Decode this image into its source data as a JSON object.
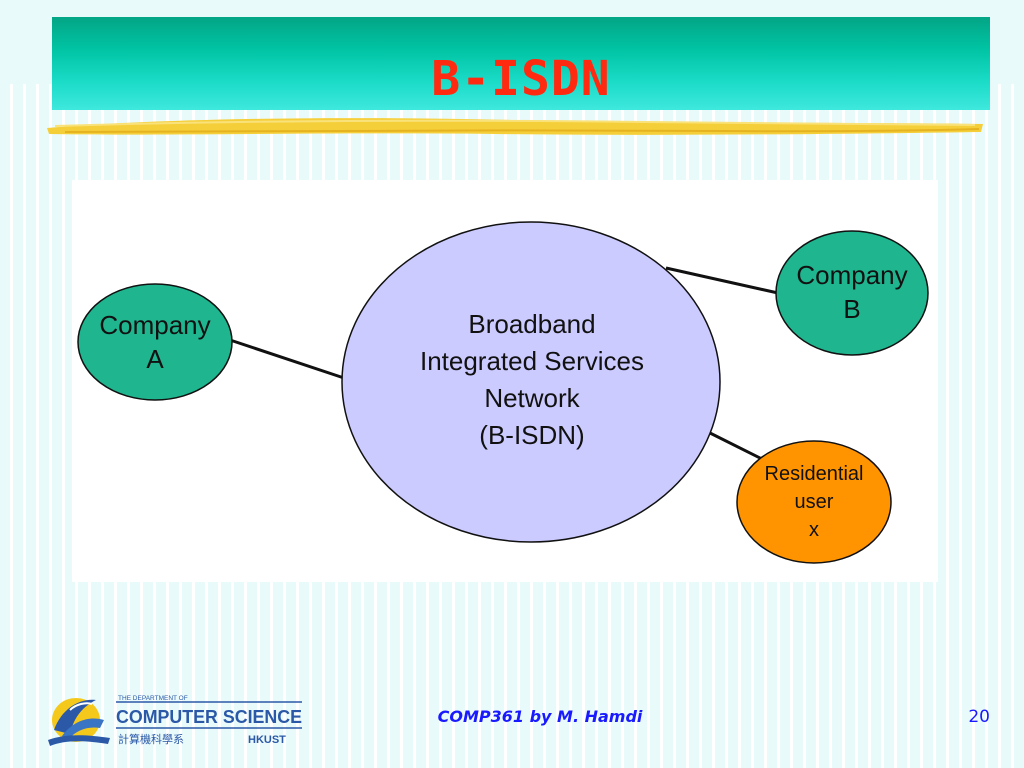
{
  "slide": {
    "title": "B-ISDN",
    "footer_credit": "COMP361 by M. Hamdi",
    "slide_number": "20"
  },
  "diagram": {
    "nodes": [
      {
        "id": "company-a",
        "label": "Company\nA",
        "color": "#1fb58e"
      },
      {
        "id": "bisdn",
        "label": "Broadband\nIntegrated Services\nNetwork\n(B-ISDN)",
        "color": "#cccbff"
      },
      {
        "id": "company-b",
        "label": "Company\nB",
        "color": "#1fb58e"
      },
      {
        "id": "residential-user",
        "label": "Residential\nuser\nx",
        "color": "#ff9400"
      }
    ],
    "edges": [
      {
        "from": "company-a",
        "to": "bisdn"
      },
      {
        "from": "bisdn",
        "to": "company-b"
      },
      {
        "from": "bisdn",
        "to": "residential-user"
      }
    ]
  },
  "logo": {
    "top_line": "THE DEPARTMENT OF",
    "name_line": "COMPUTER SCIENCE",
    "chinese_line": "計算機科學系",
    "school": "HKUST"
  },
  "colors": {
    "title_text": "#ff2a10",
    "title_bar": "#00c4a4",
    "footer_text": "#1a1aff",
    "divider": "#f5cf3a"
  }
}
